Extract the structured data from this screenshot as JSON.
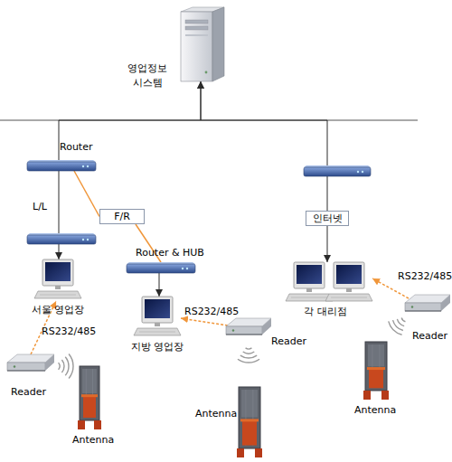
{
  "diagram": {
    "nodes": [
      {
        "text": [
          "영업정보 시스템"
        ]
      },
      {
        "text": [
          "Router"
        ]
      },
      {
        "text": [
          "F/R"
        ]
      },
      {
        "text": [
          "인터넷"
        ]
      },
      {
        "text": [
          "Router & HUB"
        ]
      },
      {
        "text": [
          "서울 영업장"
        ]
      },
      {
        "text": [
          "지방 영업장"
        ]
      },
      {
        "text": [
          "각 대리점"
        ]
      },
      {
        "text": [
          "Reader"
        ]
      },
      {
        "text": [
          "Reader"
        ]
      },
      {
        "text": [
          "Reader"
        ]
      },
      {
        "text": [
          "Antenna"
        ]
      },
      {
        "text": [
          "Antenna"
        ]
      },
      {
        "text": [
          "Antenna"
        ]
      }
    ],
    "edges": [
      {
        "from": 1,
        "to": 0,
        "arrow": "to"
      },
      {
        "from": 3,
        "to": 0,
        "arrow": "to"
      },
      {
        "from": 1,
        "to": 5,
        "label": "L/L",
        "arrow": "to"
      },
      {
        "from": 1,
        "to": 2,
        "arrow": "none"
      },
      {
        "from": 2,
        "to": 4,
        "arrow": "none"
      },
      {
        "from": 4,
        "to": 6,
        "arrow": "to"
      },
      {
        "from": 3,
        "to": 7,
        "arrow": "to"
      },
      {
        "from": 8,
        "to": 5,
        "label": "RS232/485",
        "arrow": "to"
      },
      {
        "from": 9,
        "to": 6,
        "label": "RS232/485",
        "arrow": "to"
      },
      {
        "from": 10,
        "to": 7,
        "label": "RS232/485",
        "arrow": "to"
      }
    ]
  }
}
